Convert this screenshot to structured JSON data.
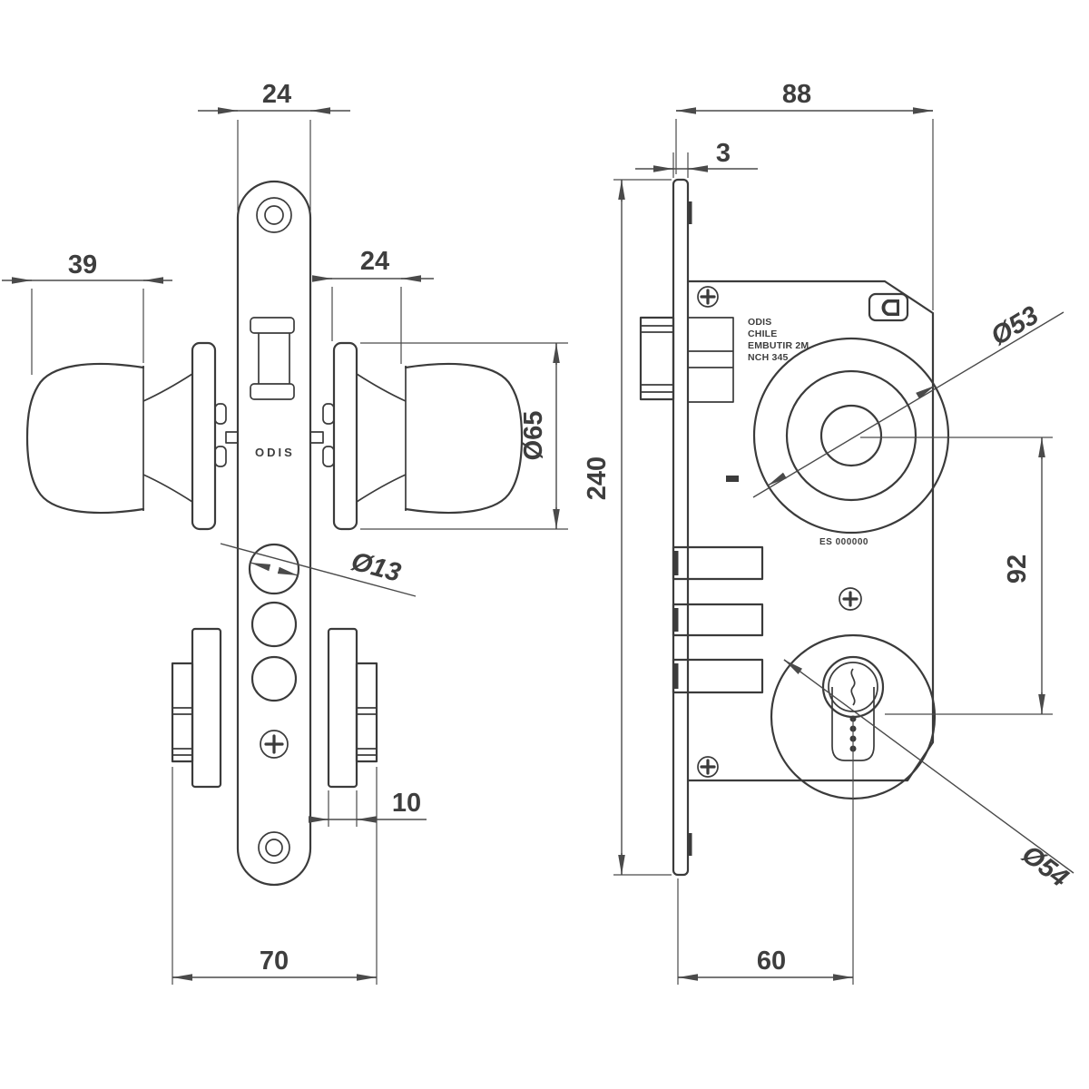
{
  "page": {
    "background": "#ffffff"
  },
  "drawing": {
    "type": "technical-drawing",
    "subject": "mortise knob lockset, two orthographic views",
    "colors": {
      "line": "#3b3b3b",
      "dim_line": "#4a4a4a",
      "text": "#3e3e3e",
      "background": "#ffffff"
    },
    "side_view": {
      "brand_on_plate": "ODIS",
      "dimensions": {
        "plate_width": "24",
        "knob_depth": "39",
        "knob_to_plate": "24",
        "rose_diameter": "Ø65",
        "plate_hole_diameter": "Ø13",
        "escutcheon_thickness": "10",
        "assembly_depth": "70"
      }
    },
    "front_view": {
      "markings": [
        "ODIS",
        "CHILE",
        "EMBUTIR 2M",
        "NCH 345"
      ],
      "serial": "ES 000000",
      "dimensions": {
        "case_width": "88",
        "faceplate_thickness": "3",
        "faceplate_height": "240",
        "hub_diameter": "Ø53",
        "centres_distance": "92",
        "cylinder_rose_diameter": "Ø54",
        "backset": "60"
      }
    }
  }
}
